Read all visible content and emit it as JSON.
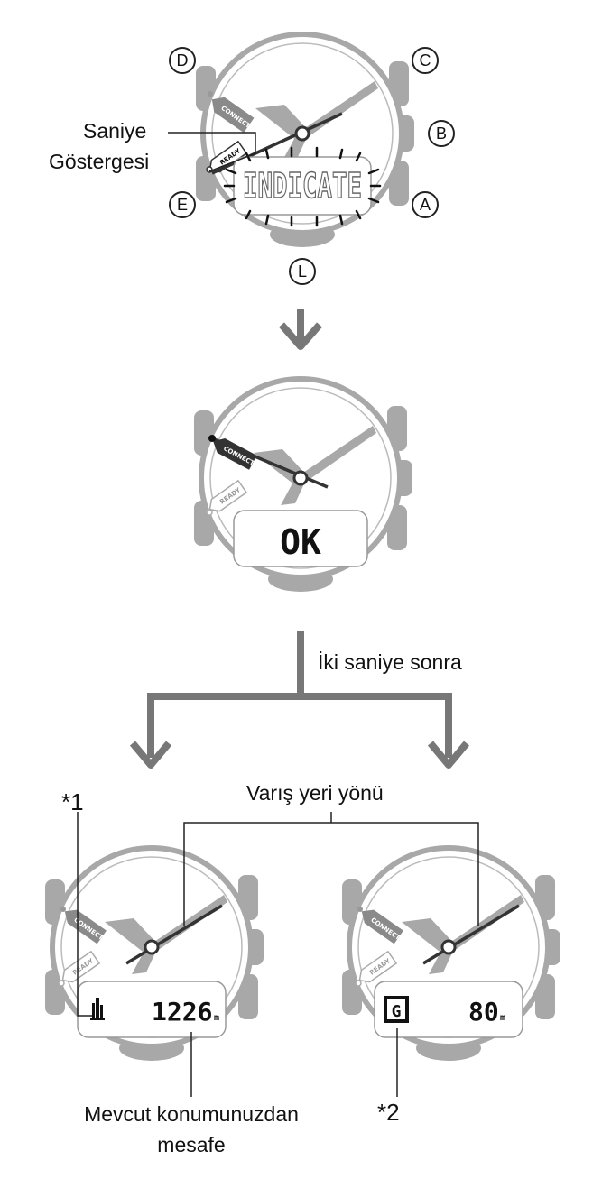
{
  "buttons": {
    "d": "D",
    "c": "C",
    "b": "B",
    "a": "A",
    "e": "E",
    "l": "L"
  },
  "labels": {
    "second_indicator_line1": "Saniye",
    "second_indicator_line2": "Göstergesi",
    "after_two_seconds": "İki saniye sonra",
    "destination_direction": "Varış yeri yönü",
    "distance_line1": "Mevcut konumunuzdan",
    "distance_line2": "mesafe",
    "note1": "*1",
    "note2": "*2"
  },
  "dial_marks": {
    "connect": "CONNECT",
    "ready": "READY"
  },
  "displays": {
    "indicate": "INDICATE",
    "ok": "OK",
    "distance_left": "1226",
    "distance_right": "80",
    "unit": "m",
    "icon_right": "G"
  },
  "colors": {
    "case": "#a8a8a8",
    "arrow": "#777777",
    "hand": "#a0a0a0",
    "line": "#222222"
  }
}
